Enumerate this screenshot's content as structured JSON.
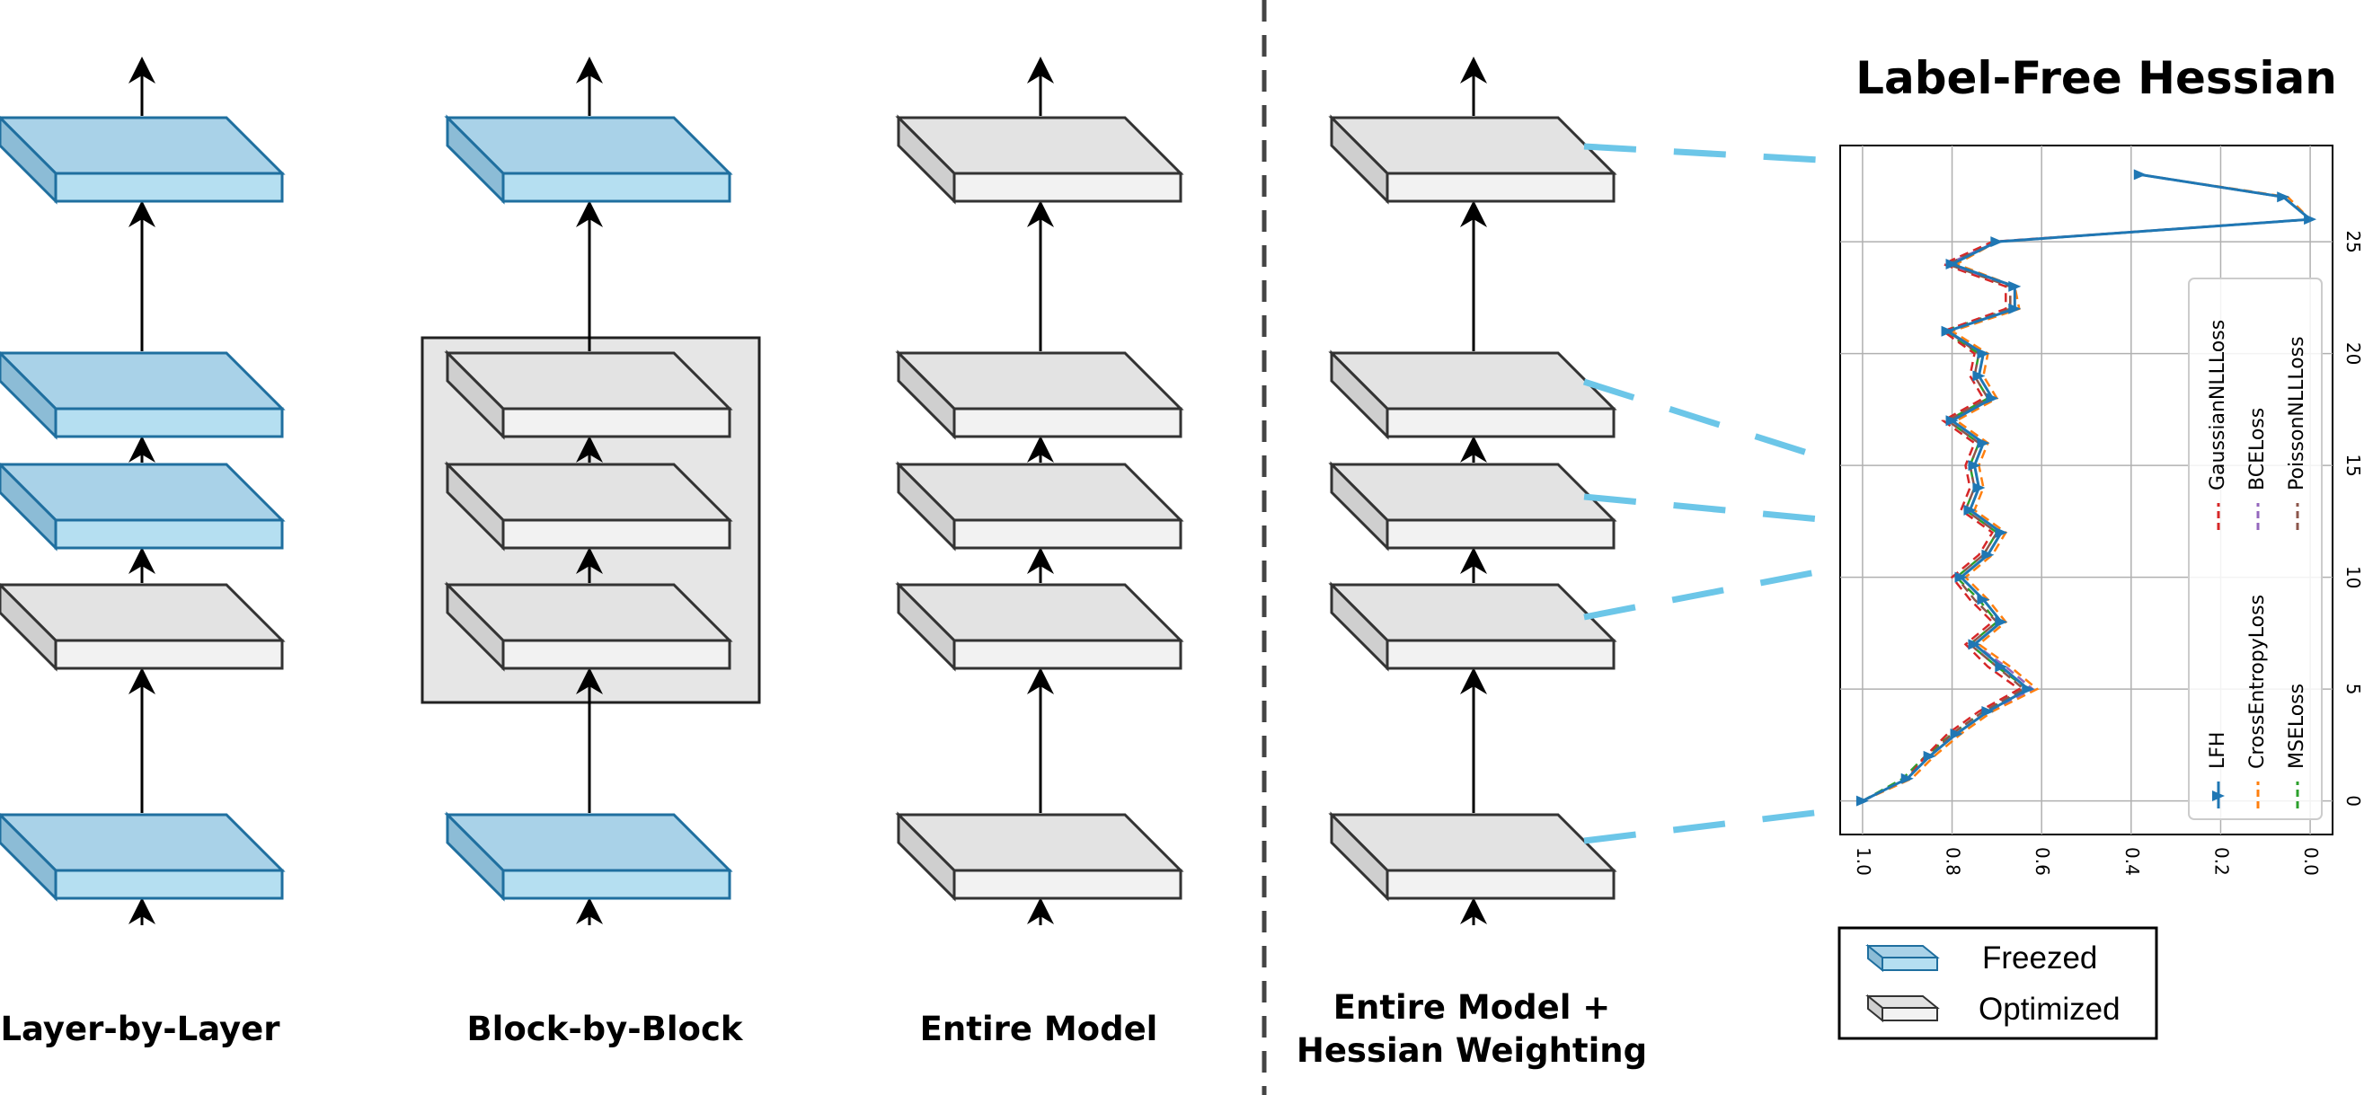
{
  "columns": [
    {
      "label": "Layer-by-Layer"
    },
    {
      "label": "Block-by-Block"
    },
    {
      "label": "Entire Model"
    },
    {
      "label_line1": "Entire Model +",
      "label_line2": "Hessian Weighting"
    }
  ],
  "states": {
    "layer_by_layer": [
      "freezed",
      "optimized",
      "freezed",
      "freezed",
      "freezed"
    ],
    "block_by_block": [
      "freezed",
      "optimized",
      "optimized",
      "optimized",
      "freezed"
    ],
    "entire_model": [
      "optimized",
      "optimized",
      "optimized",
      "optimized",
      "optimized"
    ],
    "hessian": [
      "optimized",
      "optimized",
      "optimized",
      "optimized",
      "optimized"
    ]
  },
  "colors": {
    "freezed_top": "#a9d2e8",
    "freezed_front": "#b5dff1",
    "freezed_side": "#8cbcd6",
    "freezed_stroke": "#1f6f9f",
    "optimized_top": "#e3e3e3",
    "optimized_front": "#f2f2f2",
    "optimized_side": "#cfcfcf",
    "optimized_stroke": "#333333",
    "connector": "#6cc6e8",
    "lfh": "#1f77b4",
    "ce": "#ff7f0e",
    "mse": "#2ca02c",
    "gnll": "#d62728",
    "bce": "#9467bd",
    "pnll": "#8c564b"
  },
  "legend_box": {
    "freezed": "Freezed",
    "optimized": "Optimized"
  },
  "chart_data": {
    "type": "line",
    "title": "Label-Free Hessian",
    "orientation": "rotated-90-clockwise",
    "x": [
      0,
      1,
      2,
      3,
      4,
      5,
      6,
      7,
      8,
      9,
      10,
      11,
      12,
      13,
      14,
      15,
      16,
      17,
      18,
      19,
      20,
      21,
      22,
      23,
      24,
      25,
      26,
      27,
      28
    ],
    "xlim": [
      -1.5,
      29.3
    ],
    "xticks": [
      "0",
      "5",
      "10",
      "15",
      "20",
      "25"
    ],
    "ylim": [
      1.05,
      -0.05
    ],
    "yticks": [
      "1.0",
      "0.8",
      "0.6",
      "0.4",
      "0.2",
      "0.0"
    ],
    "grid": true,
    "legend_position": "center-right",
    "series": [
      {
        "name": "LFH",
        "style": "solid-triangle",
        "values": [
          1.0,
          0.9,
          0.85,
          0.79,
          0.72,
          0.63,
          0.69,
          0.75,
          0.69,
          0.73,
          0.78,
          0.72,
          0.69,
          0.76,
          0.74,
          0.75,
          0.73,
          0.8,
          0.71,
          0.74,
          0.73,
          0.81,
          0.66,
          0.66,
          0.8,
          0.7,
          0.0,
          0.06,
          0.38
        ]
      },
      {
        "name": "CrossEntropyLoss",
        "style": "dashed",
        "values": [
          1.0,
          0.89,
          0.84,
          0.78,
          0.71,
          0.61,
          0.67,
          0.74,
          0.68,
          0.72,
          0.77,
          0.71,
          0.68,
          0.75,
          0.73,
          0.74,
          0.72,
          0.79,
          0.7,
          0.73,
          0.72,
          0.8,
          0.65,
          0.66,
          0.79,
          0.7,
          0.0,
          0.05,
          0.38
        ]
      },
      {
        "name": "MSELoss",
        "style": "dashed",
        "values": [
          1.0,
          0.91,
          0.86,
          0.8,
          0.73,
          0.63,
          0.7,
          0.76,
          0.7,
          0.74,
          0.79,
          0.73,
          0.7,
          0.77,
          0.75,
          0.76,
          0.74,
          0.81,
          0.72,
          0.75,
          0.74,
          0.82,
          0.67,
          0.67,
          0.81,
          0.7,
          0.0,
          0.06,
          0.38
        ]
      },
      {
        "name": "GaussianNLLLoss",
        "style": "dashed",
        "values": [
          1.0,
          0.9,
          0.86,
          0.81,
          0.74,
          0.65,
          0.72,
          0.77,
          0.71,
          0.76,
          0.8,
          0.74,
          0.71,
          0.78,
          0.76,
          0.77,
          0.75,
          0.82,
          0.73,
          0.76,
          0.75,
          0.82,
          0.68,
          0.68,
          0.82,
          0.71,
          0.0,
          0.06,
          0.38
        ]
      },
      {
        "name": "BCELoss",
        "style": "dashed",
        "values": [
          1.0,
          0.9,
          0.85,
          0.79,
          0.72,
          0.62,
          0.68,
          0.75,
          0.69,
          0.73,
          0.78,
          0.72,
          0.69,
          0.76,
          0.74,
          0.75,
          0.73,
          0.8,
          0.71,
          0.74,
          0.73,
          0.81,
          0.66,
          0.66,
          0.81,
          0.7,
          0.0,
          0.06,
          0.38
        ]
      },
      {
        "name": "PoissonNLLLoss",
        "style": "dashed",
        "values": [
          1.0,
          0.9,
          0.85,
          0.8,
          0.73,
          0.64,
          0.7,
          0.76,
          0.7,
          0.75,
          0.79,
          0.73,
          0.7,
          0.77,
          0.75,
          0.76,
          0.74,
          0.81,
          0.72,
          0.75,
          0.74,
          0.81,
          0.67,
          0.67,
          0.81,
          0.7,
          0.0,
          0.06,
          0.38
        ]
      }
    ]
  }
}
